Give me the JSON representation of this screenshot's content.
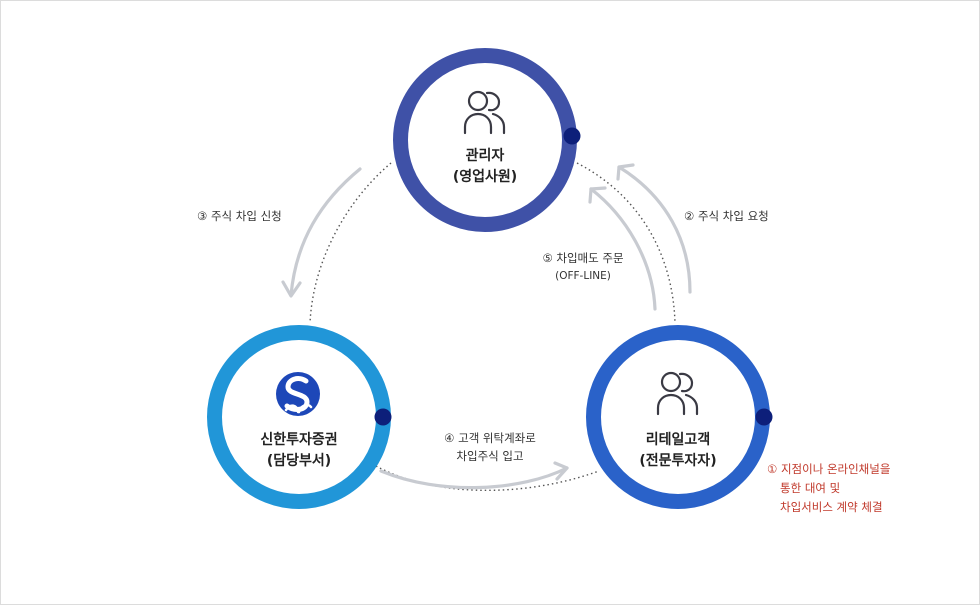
{
  "nodes": {
    "manager": {
      "line1": "관리자",
      "line2": "(영업사원)",
      "icon": "users-icon",
      "ring_color": "#3f51a7"
    },
    "shinhan": {
      "line1": "신한투자증권",
      "line2": "(담당부서)",
      "icon": "shinhan-logo",
      "ring_color": "#2196d8"
    },
    "retail": {
      "line1": "리테일고객",
      "line2": "(전문투자자)",
      "icon": "users-icon",
      "ring_color": "#2a62c9"
    }
  },
  "steps": {
    "step1": {
      "line1": "① 지점이나 온라인채널을",
      "line2": "통한 대여 및",
      "line3": "차입서비스 계약 체결",
      "color": "#c0392b"
    },
    "step2": {
      "text": "② 주식 차입 요청"
    },
    "step3": {
      "text": "③ 주식 차입 신청"
    },
    "step4": {
      "line1": "④ 고객 위탁계좌로",
      "line2": "차입주식 입고"
    },
    "step5": {
      "line1": "⑤ 차입매도 주문",
      "line2": "(OFF-LINE)"
    }
  },
  "colors": {
    "arrow": "#c8cbd1",
    "dotted_line": "#555555",
    "marker_dot": "#0d1f7a"
  }
}
